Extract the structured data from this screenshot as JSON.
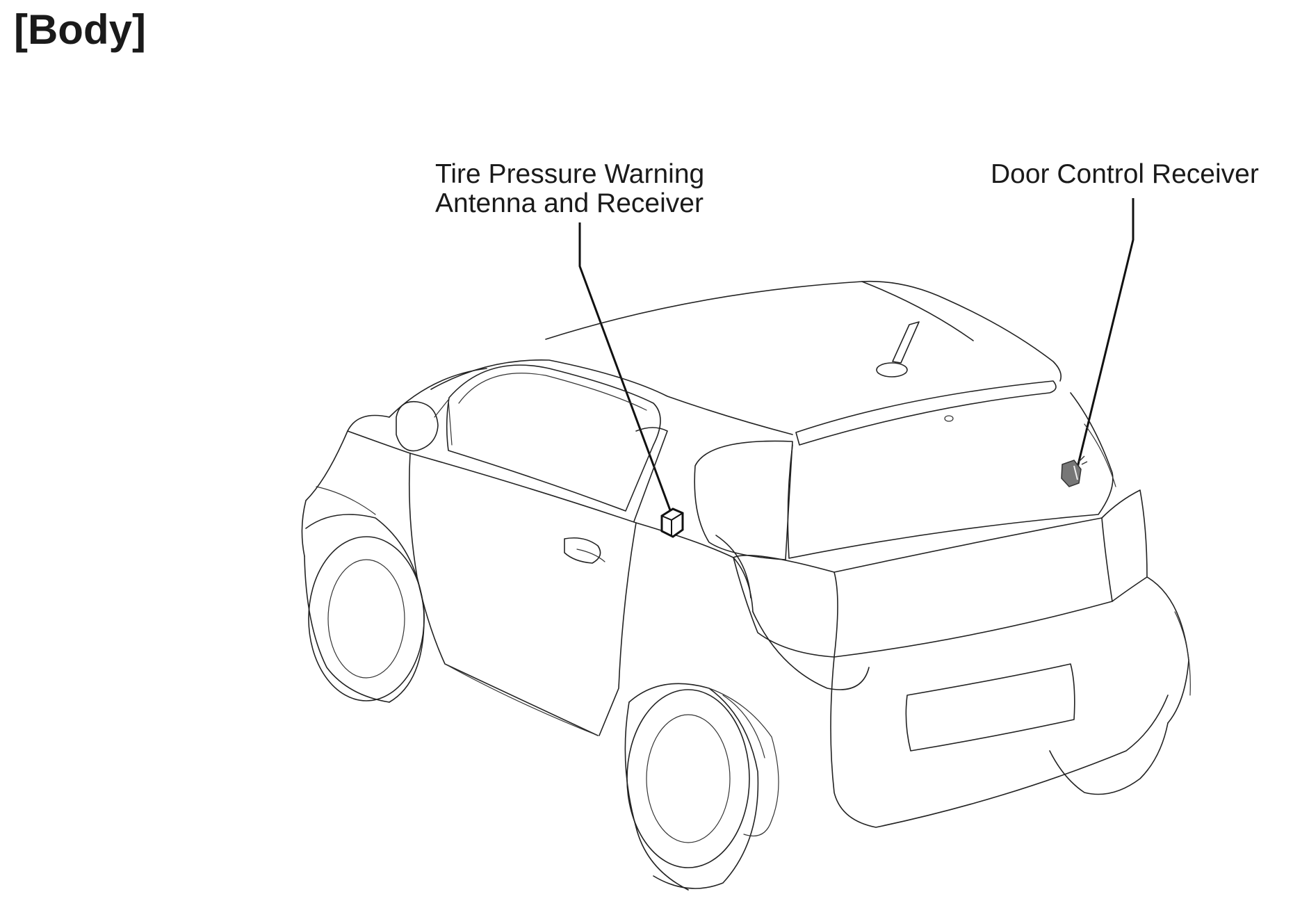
{
  "title": "[Body]",
  "callouts": [
    {
      "id": "tpms",
      "lines": [
        "Tire Pressure Warning",
        "Antenna and Receiver"
      ]
    },
    {
      "id": "door",
      "lines": [
        "Door Control Receiver"
      ]
    }
  ],
  "colors": {
    "line": "#222222",
    "component_fill": "#777777",
    "background": "#ffffff"
  }
}
